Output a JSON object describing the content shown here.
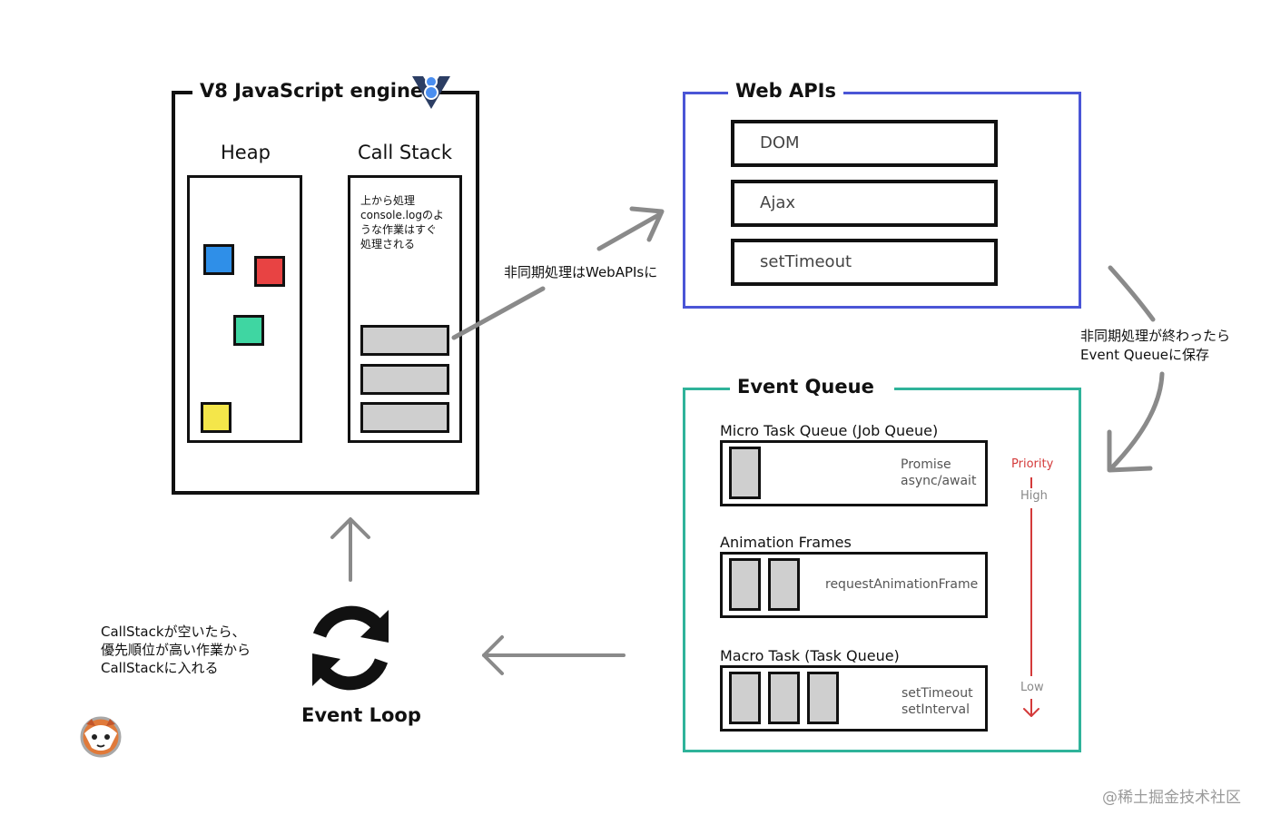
{
  "engine": {
    "title": "V8 JavaScript engine",
    "heap_label": "Heap",
    "callstack_label": "Call Stack",
    "callstack_note": [
      "上から処理",
      "console.logのよ",
      "うな作業はすぐ",
      "処理される"
    ]
  },
  "async_arrow_label": "非同期処理はWebAPIsに",
  "web_apis": {
    "title": "Web APIs",
    "items": [
      "DOM",
      "Ajax",
      "setTimeout"
    ]
  },
  "done_label": [
    "非同期処理が終わったら",
    "Event Queueに保存"
  ],
  "event_queue": {
    "title": "Event Queue",
    "micro": {
      "label": "Micro Task Queue (Job Queue)",
      "tags": [
        "Promise",
        "async/await"
      ]
    },
    "animation": {
      "label": "Animation Frames",
      "tags": [
        "requestAnimationFrame"
      ]
    },
    "macro": {
      "label": "Macro Task (Task Queue)",
      "tags": [
        "setTimeout",
        "setInterval"
      ]
    },
    "priority": {
      "title": "Priority",
      "high": "High",
      "low": "Low"
    }
  },
  "event_loop": {
    "label": "Event Loop",
    "note": [
      "CallStackが空いたら、",
      "優先順位が高い作業から",
      "CallStackに入れる"
    ]
  },
  "watermark": "@稀土掘金技术社区",
  "colors": {
    "engine_border": "#111111",
    "web_apis_border": "#4a55d6",
    "event_queue_border": "#2fb39a",
    "priority_red": "#d43a3a",
    "heap_blue": "#2f8fe8",
    "heap_red": "#e84343",
    "heap_green": "#3fd6a2",
    "heap_yellow": "#f4e64a",
    "arrow_gray": "#8a8a8a"
  }
}
